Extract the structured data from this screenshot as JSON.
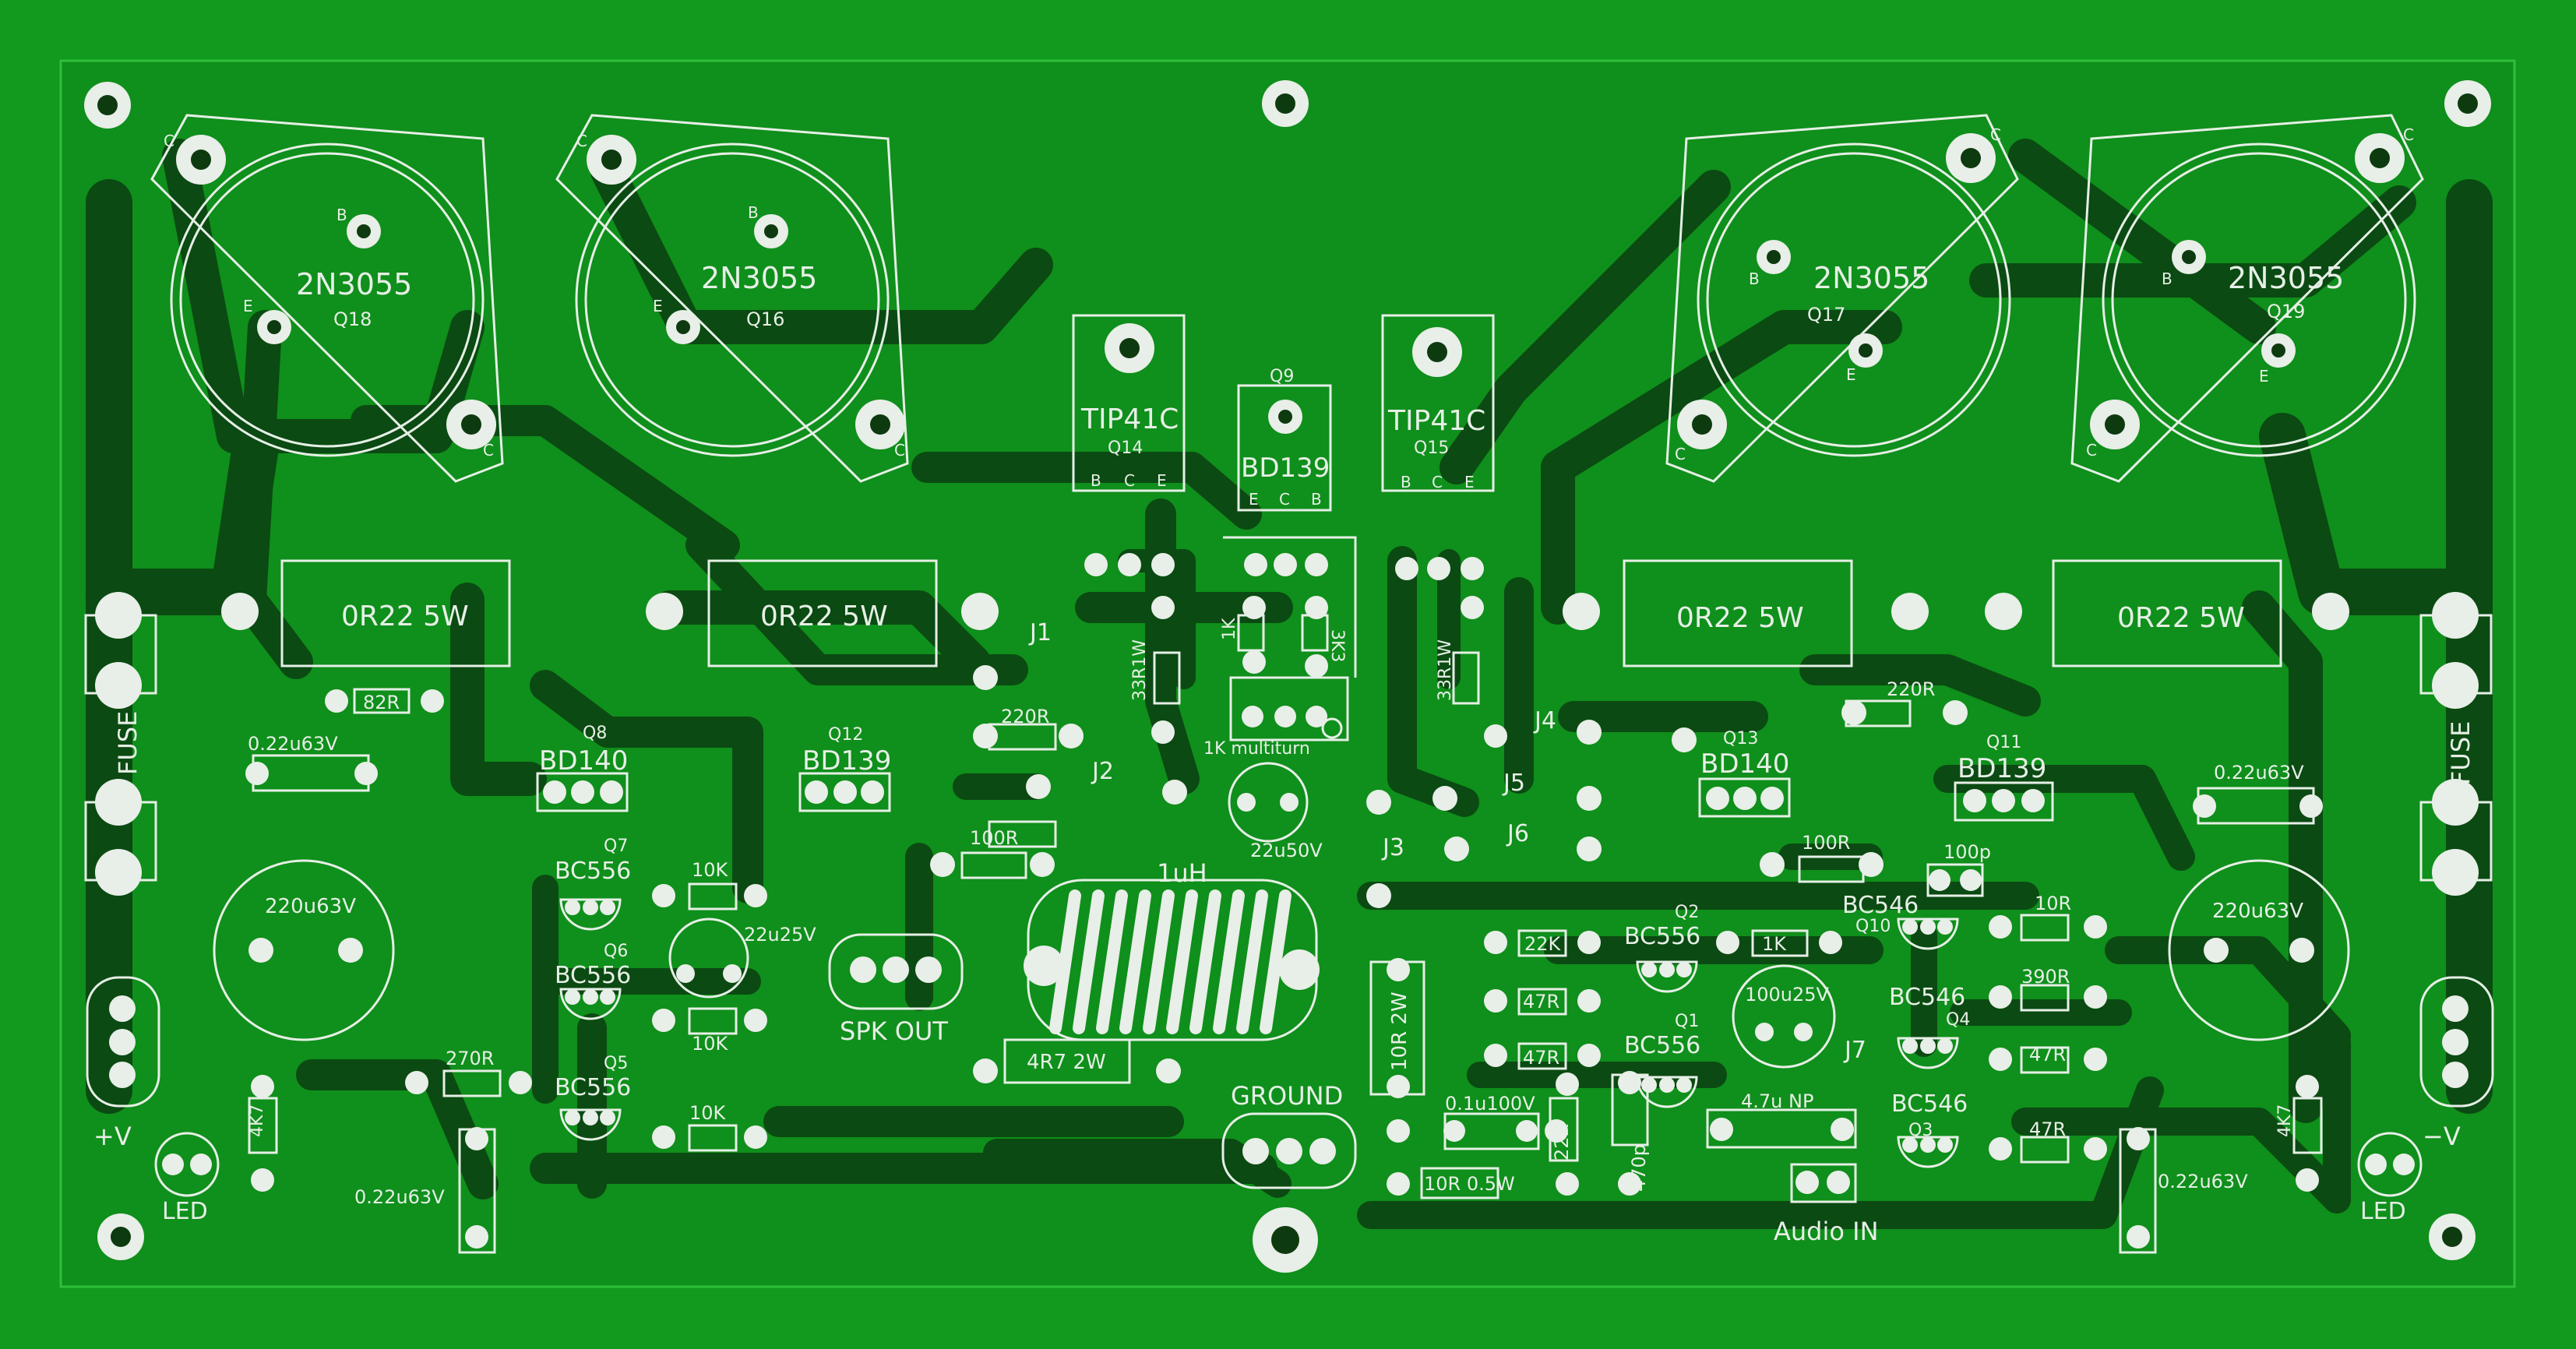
{
  "board": {
    "colors": {
      "board": "#119a1e",
      "copper_fill": "#0f8f1b",
      "trace": "#0b4a12",
      "silk": "#e6efe6",
      "pad": "#e8eee8"
    }
  },
  "labels": {
    "q18_part": "2N3055",
    "q18_ref": "Q18",
    "q16_part": "2N3055",
    "q16_ref": "Q16",
    "q17_part": "2N3055",
    "q17_ref": "Q17",
    "q19_part": "2N3055",
    "q19_ref": "Q19",
    "q14_part": "TIP41C",
    "q14_ref": "Q14",
    "q15_part": "TIP41C",
    "q15_ref": "Q15",
    "q9_part": "BD139",
    "q9_ref": "Q9",
    "q8_part": "BD140",
    "q8_ref": "Q8",
    "q12_part": "BD139",
    "q12_ref": "Q12",
    "q13_part": "BD140",
    "q13_ref": "Q13",
    "q11_part": "BD139",
    "q11_ref": "Q11",
    "q7_part": "BC556",
    "q7_ref": "Q7",
    "q6_part": "BC556",
    "q6_ref": "Q6",
    "q5_part": "BC556",
    "q5_ref": "Q5",
    "q2_part": "BC556",
    "q2_ref": "Q2",
    "q1_part": "BC556",
    "q1_ref": "Q1",
    "q10_part": "BC546",
    "q10_ref": "Q10",
    "q4_part": "BC546",
    "q4_ref": "Q4",
    "q3_part": "BC546",
    "q3_ref": "Q3",
    "r_out1": "0R22 5W",
    "r_out2": "0R22 5W",
    "r_out3": "0R22 5W",
    "r_out4": "0R22 5W",
    "r82": "82R",
    "r220a": "220R",
    "r220b": "220R",
    "r100a": "100R",
    "r100b": "100R",
    "r33a": "33R1W",
    "r33b": "33R1W",
    "r1k": "1K",
    "r3k3": "3K3",
    "r10k_1": "10K",
    "r10k_2": "10K",
    "r10k_3": "10K",
    "r270": "270R",
    "r22k_1": "22K",
    "r22k_2": "22K",
    "r1k_b": "1K",
    "r47_1": "47R",
    "r47_2": "47R",
    "r47_3": "47R",
    "r10r": "10R",
    "r390": "390R",
    "r4k7_l": "4K7",
    "r4k7_r": "4K7",
    "r10r2w": "10R 2W",
    "r4r7": "4R7 2W",
    "r10r05": "10R 0.5W",
    "c022_1": "0.22u63V",
    "c022_2": "0.22u63V",
    "c022_3": "0.22u63V",
    "c022_4": "0.22u63V",
    "c220_l": "220u63V",
    "c220_r": "220u63V",
    "c22u25": "22u25V",
    "c22u50": "22u50V",
    "c100u25": "100u25V",
    "c100p": "100p",
    "c01u": "0.1u100V",
    "c470p": "470p",
    "c47np": "4.7u NP",
    "trimpot": "1K multiturn",
    "inductor": "1uH",
    "spk_out": "SPK OUT",
    "ground": "GROUND",
    "audio_in": "Audio IN",
    "plus_v": "+V",
    "minus_v": "−V",
    "led_l": "LED",
    "led_r": "LED",
    "fuse_l": "FUSE",
    "fuse_r": "FUSE",
    "j1": "J1",
    "j2": "J2",
    "j3": "J3",
    "j4": "J4",
    "j5": "J5",
    "j6": "J6",
    "j7": "J7",
    "pin_c": "C",
    "pin_b": "B",
    "pin_e": "E"
  }
}
